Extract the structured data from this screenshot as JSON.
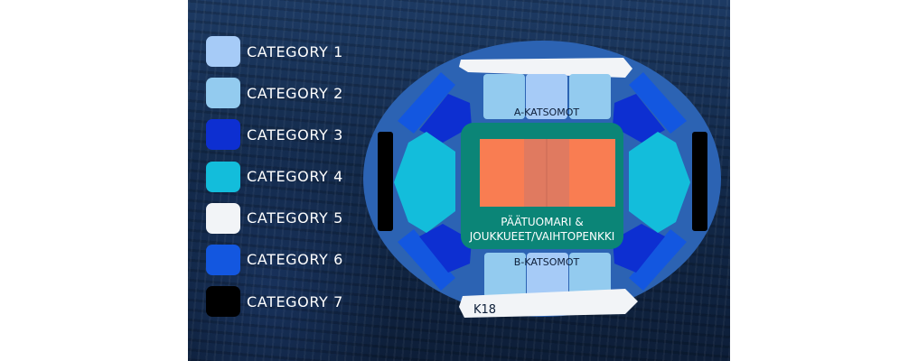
{
  "legend": [
    {
      "label": "CATEGORY 1",
      "color": "#a6cbf7"
    },
    {
      "label": "CATEGORY 2",
      "color": "#93cbef"
    },
    {
      "label": "CATEGORY 3",
      "color": "#0d2fd1"
    },
    {
      "label": "CATEGORY 4",
      "color": "#13bddb"
    },
    {
      "label": "CATEGORY 5",
      "color": "#f2f4f7"
    },
    {
      "label": "CATEGORY 6",
      "color": "#1357e0"
    },
    {
      "label": "CATEGORY 7",
      "color": "#000000"
    }
  ],
  "map": {
    "stand_a_label": "A-KATSOMOT",
    "stand_b_label": "B-KATSOMOT",
    "bench_label_line1": "PÄÄTUOMARI &",
    "bench_label_line2": "JOUKKUEET/VAIHTOPENKKI",
    "k18_label": "K18"
  },
  "colors": {
    "arena_floor": "#2c63b3",
    "court_zone": "#0b8577",
    "court": "#f97d52",
    "court_center": "#e07a60"
  }
}
